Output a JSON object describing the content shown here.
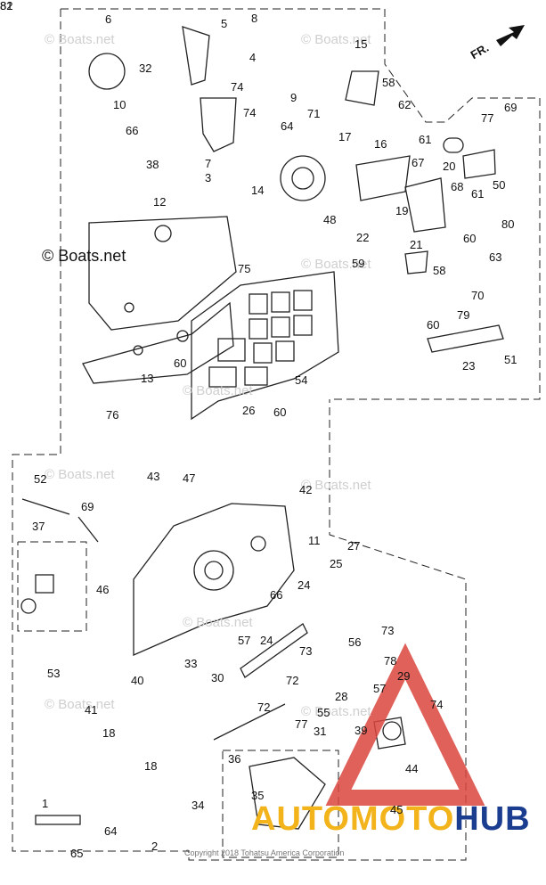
{
  "direction_label": "FR.",
  "watermarks": [
    "© Boats.net",
    "© Boats.net",
    "© Boats.net",
    "© Boats.net",
    "© Boats.net",
    "© Boats.net",
    "© Boats.net",
    "© Boats.net",
    "© Boats.net"
  ],
  "watermark_main": "© Boats.net",
  "copyright": "Copyright 2018 Tohatsu America Corporation",
  "brand": {
    "part1": "AUTOMOTO",
    "part2": "HUB",
    "accent": "#f2b31b",
    "accent2": "#1b3d8f",
    "logo_color": "#d9453d"
  },
  "callouts": [
    "1",
    "2",
    "3",
    "4",
    "5",
    "6",
    "7",
    "8",
    "9",
    "10",
    "11",
    "12",
    "13",
    "14",
    "15",
    "16",
    "17",
    "18",
    "18",
    "19",
    "20",
    "21",
    "22",
    "23",
    "24",
    "24",
    "25",
    "26",
    "27",
    "28",
    "29",
    "30",
    "31",
    "32",
    "33",
    "34",
    "35",
    "36",
    "37",
    "38",
    "39",
    "40",
    "41",
    "42",
    "43",
    "44",
    "45",
    "46",
    "47",
    "48",
    "50",
    "51",
    "52",
    "53",
    "54",
    "55",
    "56",
    "57",
    "57",
    "58",
    "58",
    "59",
    "60",
    "60",
    "60",
    "60",
    "61",
    "61",
    "62",
    "63",
    "64",
    "64",
    "65",
    "66",
    "66",
    "67",
    "68",
    "69",
    "69",
    "70",
    "71",
    "72",
    "72",
    "73",
    "73",
    "74",
    "74",
    "74",
    "75",
    "76",
    "77",
    "77",
    "78",
    "79",
    "80",
    "81",
    "82"
  ]
}
